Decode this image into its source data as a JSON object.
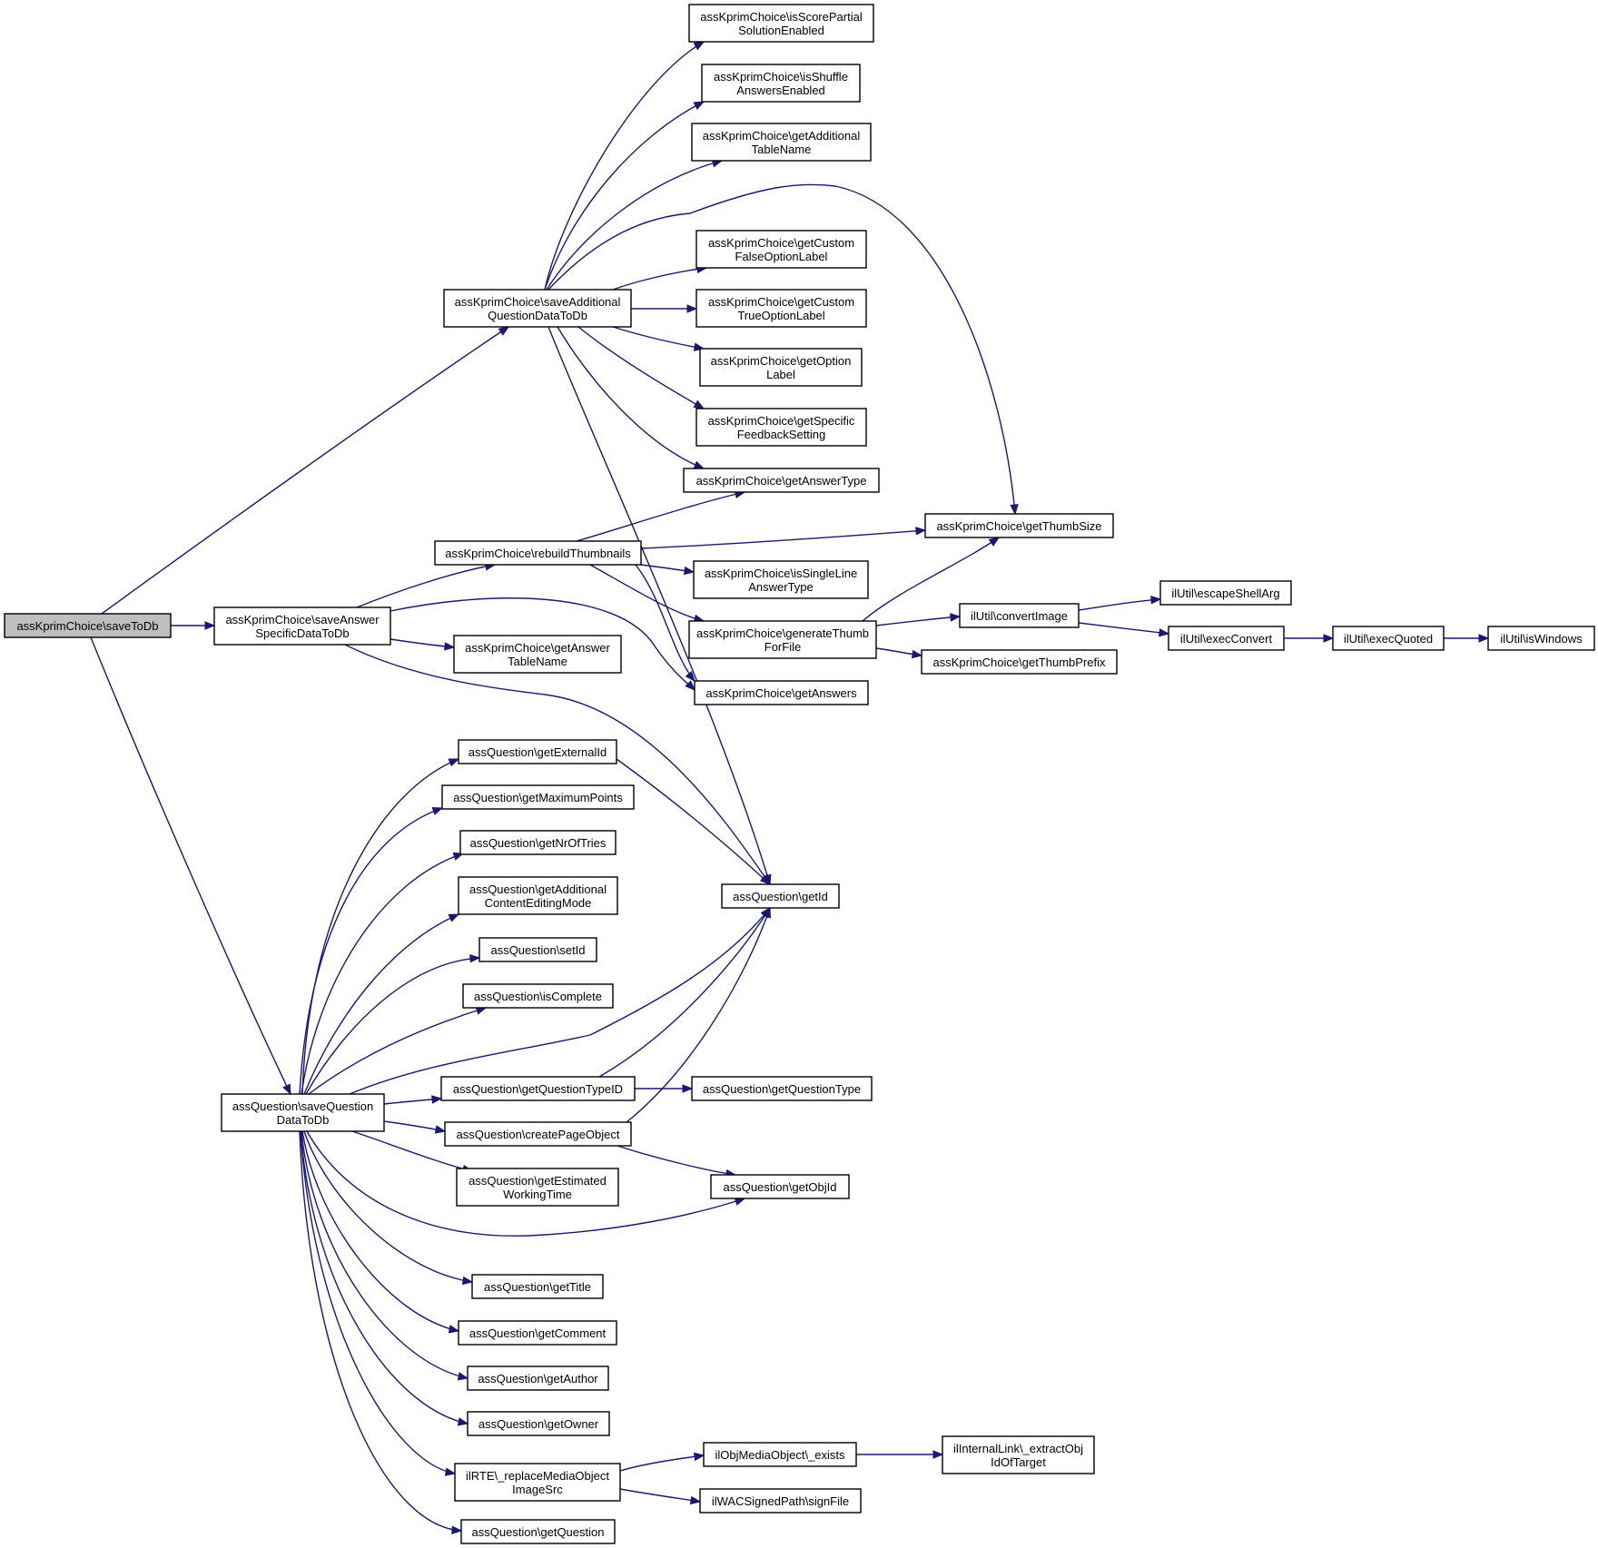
{
  "diagram": {
    "nodes": [
      {
        "id": "root",
        "lines": [
          "assKprimChoice\\saveToDb"
        ],
        "root": true
      },
      {
        "id": "saveAdditional",
        "lines": [
          "assKprimChoice\\saveAdditional",
          "QuestionDataToDb"
        ]
      },
      {
        "id": "saveAnswer",
        "lines": [
          "assKprimChoice\\saveAnswer",
          "SpecificDataToDb"
        ]
      },
      {
        "id": "saveQuestion",
        "lines": [
          "assQuestion\\saveQuestion",
          "DataToDb"
        ]
      },
      {
        "id": "isScorePartial",
        "lines": [
          "assKprimChoice\\isScorePartial",
          "SolutionEnabled"
        ]
      },
      {
        "id": "isShuffle",
        "lines": [
          "assKprimChoice\\isShuffle",
          "AnswersEnabled"
        ]
      },
      {
        "id": "getAdditionalTable",
        "lines": [
          "assKprimChoice\\getAdditional",
          "TableName"
        ]
      },
      {
        "id": "getCustomFalse",
        "lines": [
          "assKprimChoice\\getCustom",
          "FalseOptionLabel"
        ]
      },
      {
        "id": "getCustomTrue",
        "lines": [
          "assKprimChoice\\getCustom",
          "TrueOptionLabel"
        ]
      },
      {
        "id": "getOptionLabel",
        "lines": [
          "assKprimChoice\\getOption",
          "Label"
        ]
      },
      {
        "id": "getSpecificFeedback",
        "lines": [
          "assKprimChoice\\getSpecific",
          "FeedbackSetting"
        ]
      },
      {
        "id": "getAnswerType",
        "lines": [
          "assKprimChoice\\getAnswerType"
        ]
      },
      {
        "id": "getThumbSize",
        "lines": [
          "assKprimChoice\\getThumbSize"
        ]
      },
      {
        "id": "rebuildThumbnails",
        "lines": [
          "assKprimChoice\\rebuildThumbnails"
        ]
      },
      {
        "id": "isSingleLine",
        "lines": [
          "assKprimChoice\\isSingleLine",
          "AnswerType"
        ]
      },
      {
        "id": "generateThumb",
        "lines": [
          "assKprimChoice\\generateThumb",
          "ForFile"
        ]
      },
      {
        "id": "getAnswers",
        "lines": [
          "assKprimChoice\\getAnswers"
        ]
      },
      {
        "id": "getAnswerTable",
        "lines": [
          "assKprimChoice\\getAnswer",
          "TableName"
        ]
      },
      {
        "id": "convertImage",
        "lines": [
          "ilUtil\\convertImage"
        ]
      },
      {
        "id": "getThumbPrefix",
        "lines": [
          "assKprimChoice\\getThumbPrefix"
        ]
      },
      {
        "id": "escapeShellArg",
        "lines": [
          "ilUtil\\escapeShellArg"
        ]
      },
      {
        "id": "execConvert",
        "lines": [
          "ilUtil\\execConvert"
        ]
      },
      {
        "id": "execQuoted",
        "lines": [
          "ilUtil\\execQuoted"
        ]
      },
      {
        "id": "isWindows",
        "lines": [
          "ilUtil\\isWindows"
        ]
      },
      {
        "id": "getExternalId",
        "lines": [
          "assQuestion\\getExternalId"
        ]
      },
      {
        "id": "getMaximumPoints",
        "lines": [
          "assQuestion\\getMaximumPoints"
        ]
      },
      {
        "id": "getNrOfTries",
        "lines": [
          "assQuestion\\getNrOfTries"
        ]
      },
      {
        "id": "getAdditionalContent",
        "lines": [
          "assQuestion\\getAdditional",
          "ContentEditingMode"
        ]
      },
      {
        "id": "setId",
        "lines": [
          "assQuestion\\setId"
        ]
      },
      {
        "id": "isComplete",
        "lines": [
          "assQuestion\\isComplete"
        ]
      },
      {
        "id": "getId",
        "lines": [
          "assQuestion\\getId"
        ]
      },
      {
        "id": "getQuestionTypeID",
        "lines": [
          "assQuestion\\getQuestionTypeID"
        ]
      },
      {
        "id": "getQuestionType",
        "lines": [
          "assQuestion\\getQuestionType"
        ]
      },
      {
        "id": "createPageObject",
        "lines": [
          "assQuestion\\createPageObject"
        ]
      },
      {
        "id": "getEstimated",
        "lines": [
          "assQuestion\\getEstimated",
          "WorkingTime"
        ]
      },
      {
        "id": "getObjId",
        "lines": [
          "assQuestion\\getObjId"
        ]
      },
      {
        "id": "getTitle",
        "lines": [
          "assQuestion\\getTitle"
        ]
      },
      {
        "id": "getComment",
        "lines": [
          "assQuestion\\getComment"
        ]
      },
      {
        "id": "getAuthor",
        "lines": [
          "assQuestion\\getAuthor"
        ]
      },
      {
        "id": "getOwner",
        "lines": [
          "assQuestion\\getOwner"
        ]
      },
      {
        "id": "replaceMedia",
        "lines": [
          "ilRTE\\_replaceMediaObject",
          "ImageSrc"
        ]
      },
      {
        "id": "getQuestion",
        "lines": [
          "assQuestion\\getQuestion"
        ]
      },
      {
        "id": "mediaExists",
        "lines": [
          "ilObjMediaObject\\_exists"
        ]
      },
      {
        "id": "signFile",
        "lines": [
          "ilWACSignedPath\\signFile"
        ]
      },
      {
        "id": "extractObj",
        "lines": [
          "ilInternalLink\\_extractObj",
          "IdOfTarget"
        ]
      }
    ],
    "edges": [
      {
        "from": "root",
        "to": "saveAdditional"
      },
      {
        "from": "root",
        "to": "saveAnswer"
      },
      {
        "from": "root",
        "to": "saveQuestion"
      },
      {
        "from": "saveAdditional",
        "to": "isScorePartial"
      },
      {
        "from": "saveAdditional",
        "to": "isShuffle"
      },
      {
        "from": "saveAdditional",
        "to": "getAdditionalTable"
      },
      {
        "from": "saveAdditional",
        "to": "getThumbSize"
      },
      {
        "from": "saveAdditional",
        "to": "getCustomFalse"
      },
      {
        "from": "saveAdditional",
        "to": "getCustomTrue"
      },
      {
        "from": "saveAdditional",
        "to": "getOptionLabel"
      },
      {
        "from": "saveAdditional",
        "to": "getSpecificFeedback"
      },
      {
        "from": "saveAdditional",
        "to": "getAnswerType"
      },
      {
        "from": "saveAdditional",
        "to": "getId"
      },
      {
        "from": "saveAnswer",
        "to": "rebuildThumbnails"
      },
      {
        "from": "saveAnswer",
        "to": "getAnswerTable"
      },
      {
        "from": "saveAnswer",
        "to": "getAnswers"
      },
      {
        "from": "saveAnswer",
        "to": "getId"
      },
      {
        "from": "rebuildThumbnails",
        "to": "getAnswerType"
      },
      {
        "from": "rebuildThumbnails",
        "to": "getThumbSize"
      },
      {
        "from": "rebuildThumbnails",
        "to": "isSingleLine"
      },
      {
        "from": "rebuildThumbnails",
        "to": "generateThumb"
      },
      {
        "from": "rebuildThumbnails",
        "to": "getAnswers"
      },
      {
        "from": "generateThumb",
        "to": "getThumbSize"
      },
      {
        "from": "generateThumb",
        "to": "convertImage"
      },
      {
        "from": "generateThumb",
        "to": "getThumbPrefix"
      },
      {
        "from": "convertImage",
        "to": "escapeShellArg"
      },
      {
        "from": "convertImage",
        "to": "execConvert"
      },
      {
        "from": "execConvert",
        "to": "execQuoted"
      },
      {
        "from": "execQuoted",
        "to": "isWindows"
      },
      {
        "from": "saveQuestion",
        "to": "getExternalId"
      },
      {
        "from": "saveQuestion",
        "to": "getMaximumPoints"
      },
      {
        "from": "saveQuestion",
        "to": "getNrOfTries"
      },
      {
        "from": "saveQuestion",
        "to": "getAdditionalContent"
      },
      {
        "from": "saveQuestion",
        "to": "setId"
      },
      {
        "from": "saveQuestion",
        "to": "isComplete"
      },
      {
        "from": "saveQuestion",
        "to": "getId"
      },
      {
        "from": "saveQuestion",
        "to": "getQuestionTypeID"
      },
      {
        "from": "saveQuestion",
        "to": "createPageObject"
      },
      {
        "from": "saveQuestion",
        "to": "getEstimated"
      },
      {
        "from": "saveQuestion",
        "to": "getObjId"
      },
      {
        "from": "saveQuestion",
        "to": "getTitle"
      },
      {
        "from": "saveQuestion",
        "to": "getComment"
      },
      {
        "from": "saveQuestion",
        "to": "getAuthor"
      },
      {
        "from": "saveQuestion",
        "to": "getOwner"
      },
      {
        "from": "saveQuestion",
        "to": "replaceMedia"
      },
      {
        "from": "saveQuestion",
        "to": "getQuestion"
      },
      {
        "from": "getExternalId",
        "to": "getId"
      },
      {
        "from": "getQuestionTypeID",
        "to": "getId"
      },
      {
        "from": "getQuestionTypeID",
        "to": "getQuestionType"
      },
      {
        "from": "createPageObject",
        "to": "getId"
      },
      {
        "from": "createPageObject",
        "to": "getObjId"
      },
      {
        "from": "replaceMedia",
        "to": "mediaExists"
      },
      {
        "from": "replaceMedia",
        "to": "signFile"
      },
      {
        "from": "mediaExists",
        "to": "extractObj"
      }
    ]
  },
  "colors": {
    "edge": "#191970",
    "node_border": "#000000",
    "root_fill": "#bfbfbf",
    "node_fill": "#ffffff"
  }
}
